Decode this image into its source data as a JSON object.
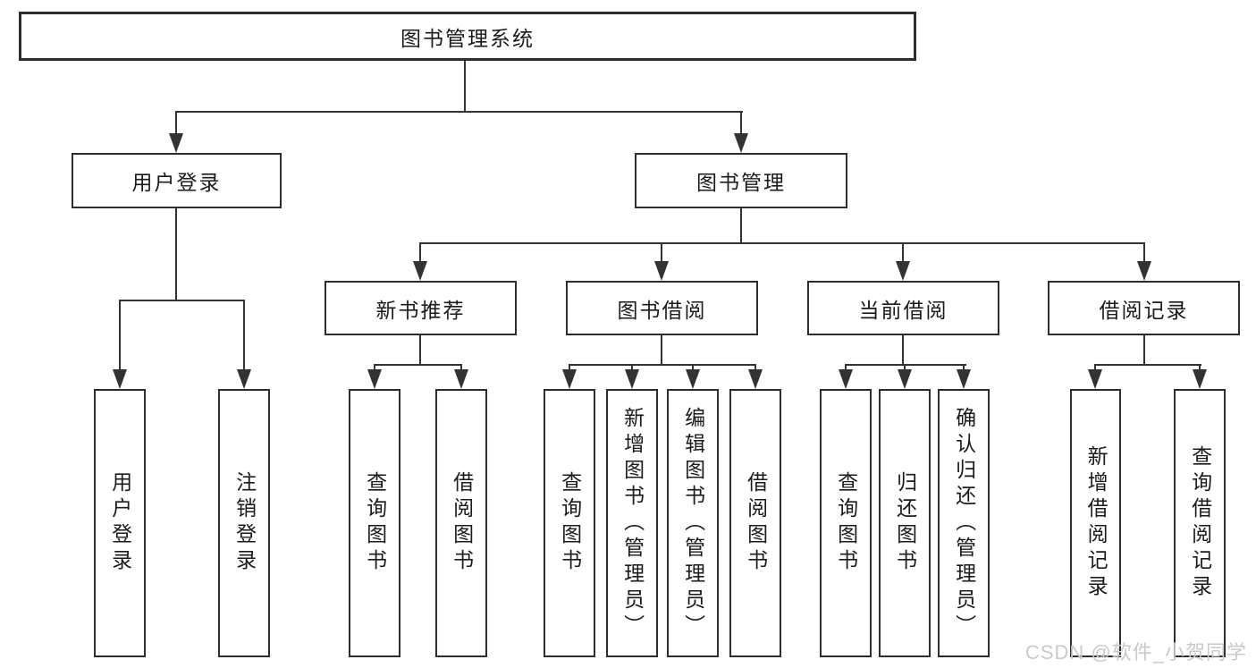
{
  "colors": {
    "line": "#333333",
    "border": "#2d2d2d",
    "text": "#1b1b1b",
    "watermark": "#c9c9c9",
    "background": "#ffffff"
  },
  "tree": {
    "label": "图书管理系统",
    "children": [
      {
        "label": "用户登录",
        "children": [
          {
            "label": "用户登录"
          },
          {
            "label": "注销登录"
          }
        ]
      },
      {
        "label": "图书管理",
        "children": [
          {
            "label": "新书推荐",
            "children": [
              {
                "label": "查询图书"
              },
              {
                "label": "借阅图书"
              }
            ]
          },
          {
            "label": "图书借阅",
            "children": [
              {
                "label": "查询图书"
              },
              {
                "label": "新增图书（管理员）"
              },
              {
                "label": "编辑图书（管理员）"
              },
              {
                "label": "借阅图书"
              }
            ]
          },
          {
            "label": "当前借阅",
            "children": [
              {
                "label": "查询图书"
              },
              {
                "label": "归还图书"
              },
              {
                "label": "确认归还（管理员）"
              }
            ]
          },
          {
            "label": "借阅记录",
            "children": [
              {
                "label": "新增借阅记录"
              },
              {
                "label": "查询借阅记录"
              }
            ]
          }
        ]
      }
    ]
  },
  "watermark": {
    "text": "CSDN @软件_小贺同学"
  }
}
